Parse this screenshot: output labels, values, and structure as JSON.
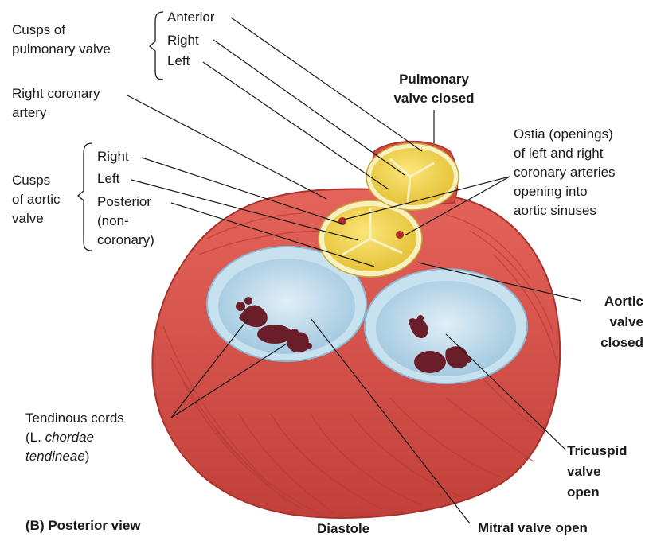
{
  "labels": {
    "cusps_pulmonary_1": "Cusps of",
    "cusps_pulmonary_2": "pulmonary valve",
    "pulm_anterior": "Anterior",
    "pulm_right": "Right",
    "pulm_left": "Left",
    "right_coronary_1": "Right coronary",
    "right_coronary_2": "artery",
    "pulmonary_closed_1": "Pulmonary",
    "pulmonary_closed_2": "valve closed",
    "ostia_1": "Ostia (openings)",
    "ostia_2": "of left and right",
    "ostia_3": "coronary arteries",
    "ostia_4": "opening into",
    "ostia_5": "aortic sinuses",
    "cusps_aortic_1": "Cusps",
    "cusps_aortic_2": "of aortic",
    "cusps_aortic_3": "valve",
    "aortic_right": "Right",
    "aortic_left": "Left",
    "aortic_posterior_1": "Posterior",
    "aortic_posterior_2": "(non-",
    "aortic_posterior_3": "coronary)",
    "aortic_closed_1": "Aortic",
    "aortic_closed_2": "valve",
    "aortic_closed_3": "closed",
    "tendinous_1": "Tendinous cords",
    "tendinous_2a": "(L. ",
    "tendinous_2b": "chordae",
    "tendinous_3": "tendineae",
    "tendinous_3b": ")",
    "tricuspid_1": "Tricuspid",
    "tricuspid_2": "valve",
    "tricuspid_3": "open",
    "view": "(B) Posterior view",
    "diastole": "Diastole",
    "mitral": "Mitral valve open"
  },
  "colors": {
    "muscle": "#d9534a",
    "muscle_dark": "#b8352f",
    "valve_yellow": "#f2d54a",
    "valve_rim": "#f7f0c0",
    "orifice_blue": "#a9cde3",
    "orifice_rim": "#c8e1ef",
    "chordae": "#6a1e2a",
    "leader": "#1a1a1a"
  }
}
